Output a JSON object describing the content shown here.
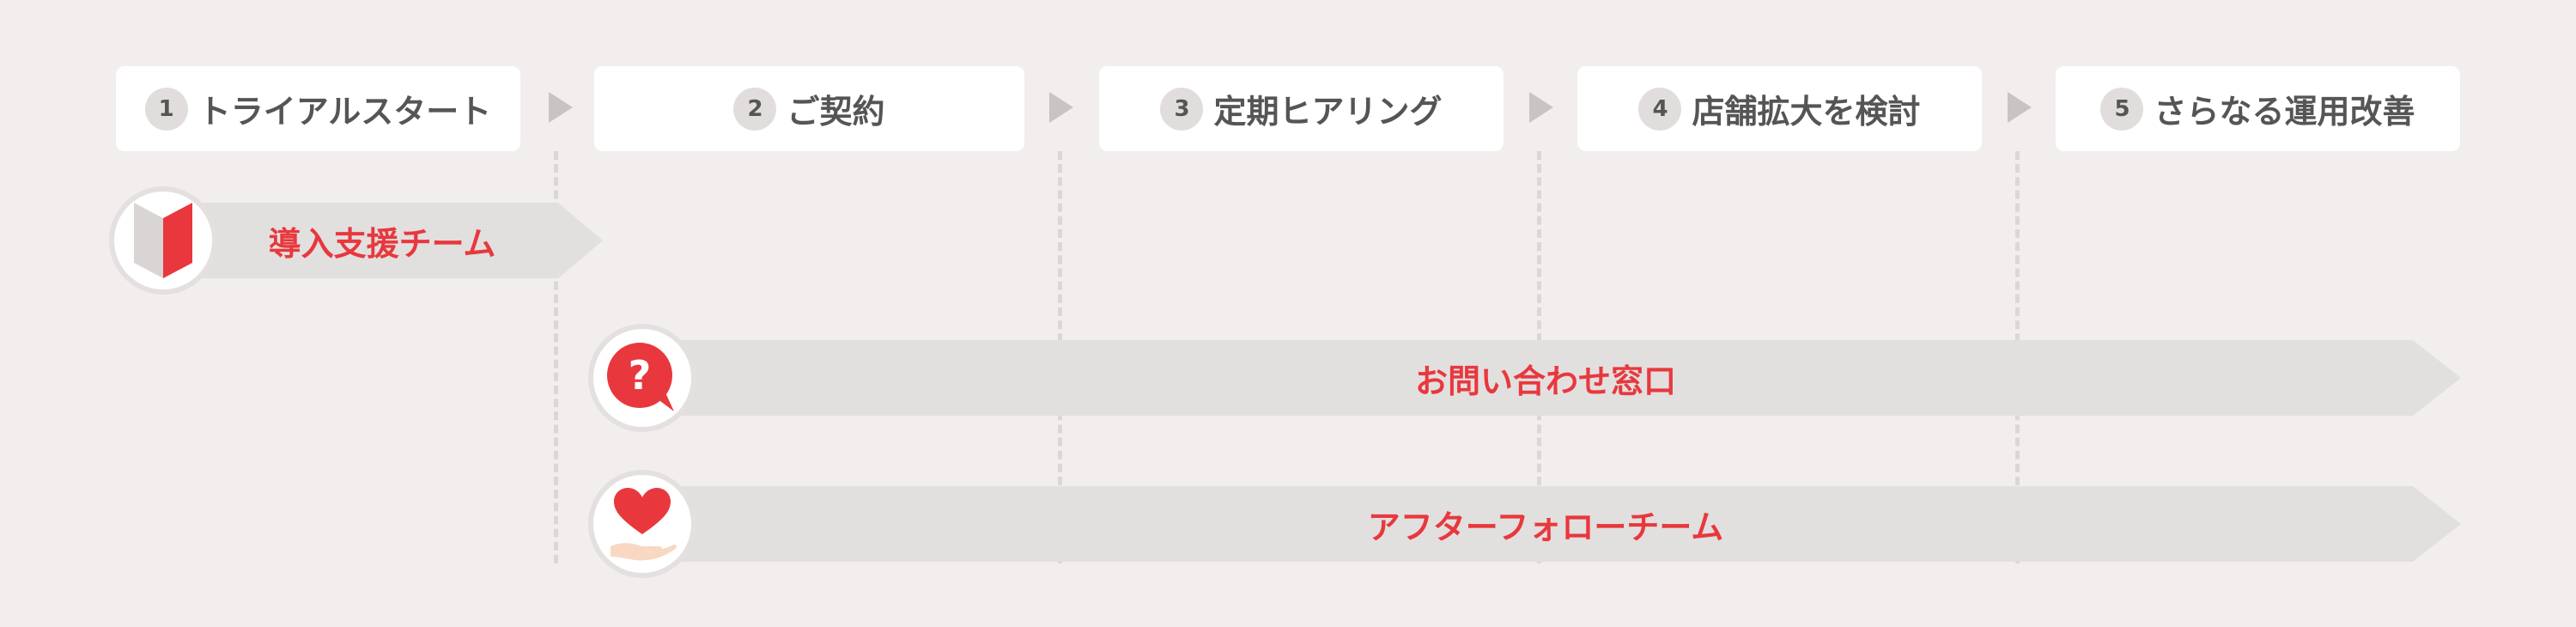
{
  "steps": [
    {
      "num": "1",
      "label": "トライアルスタート"
    },
    {
      "num": "2",
      "label": "ご契約"
    },
    {
      "num": "3",
      "label": "定期ヒアリング"
    },
    {
      "num": "4",
      "label": "店舗拡大を検討"
    },
    {
      "num": "5",
      "label": "さらなる運用改善"
    }
  ],
  "teams": [
    {
      "label": "導入支援チーム",
      "icon": "beginner-mark-icon"
    },
    {
      "label": "お問い合わせ窓口",
      "icon": "question-bubble-icon"
    },
    {
      "label": "アフターフォローチーム",
      "icon": "heart-hand-icon"
    }
  ],
  "colors": {
    "background": "#f3eeee",
    "accent": "#e8383d",
    "band": "#e2dfdf",
    "step_text": "#555555"
  }
}
